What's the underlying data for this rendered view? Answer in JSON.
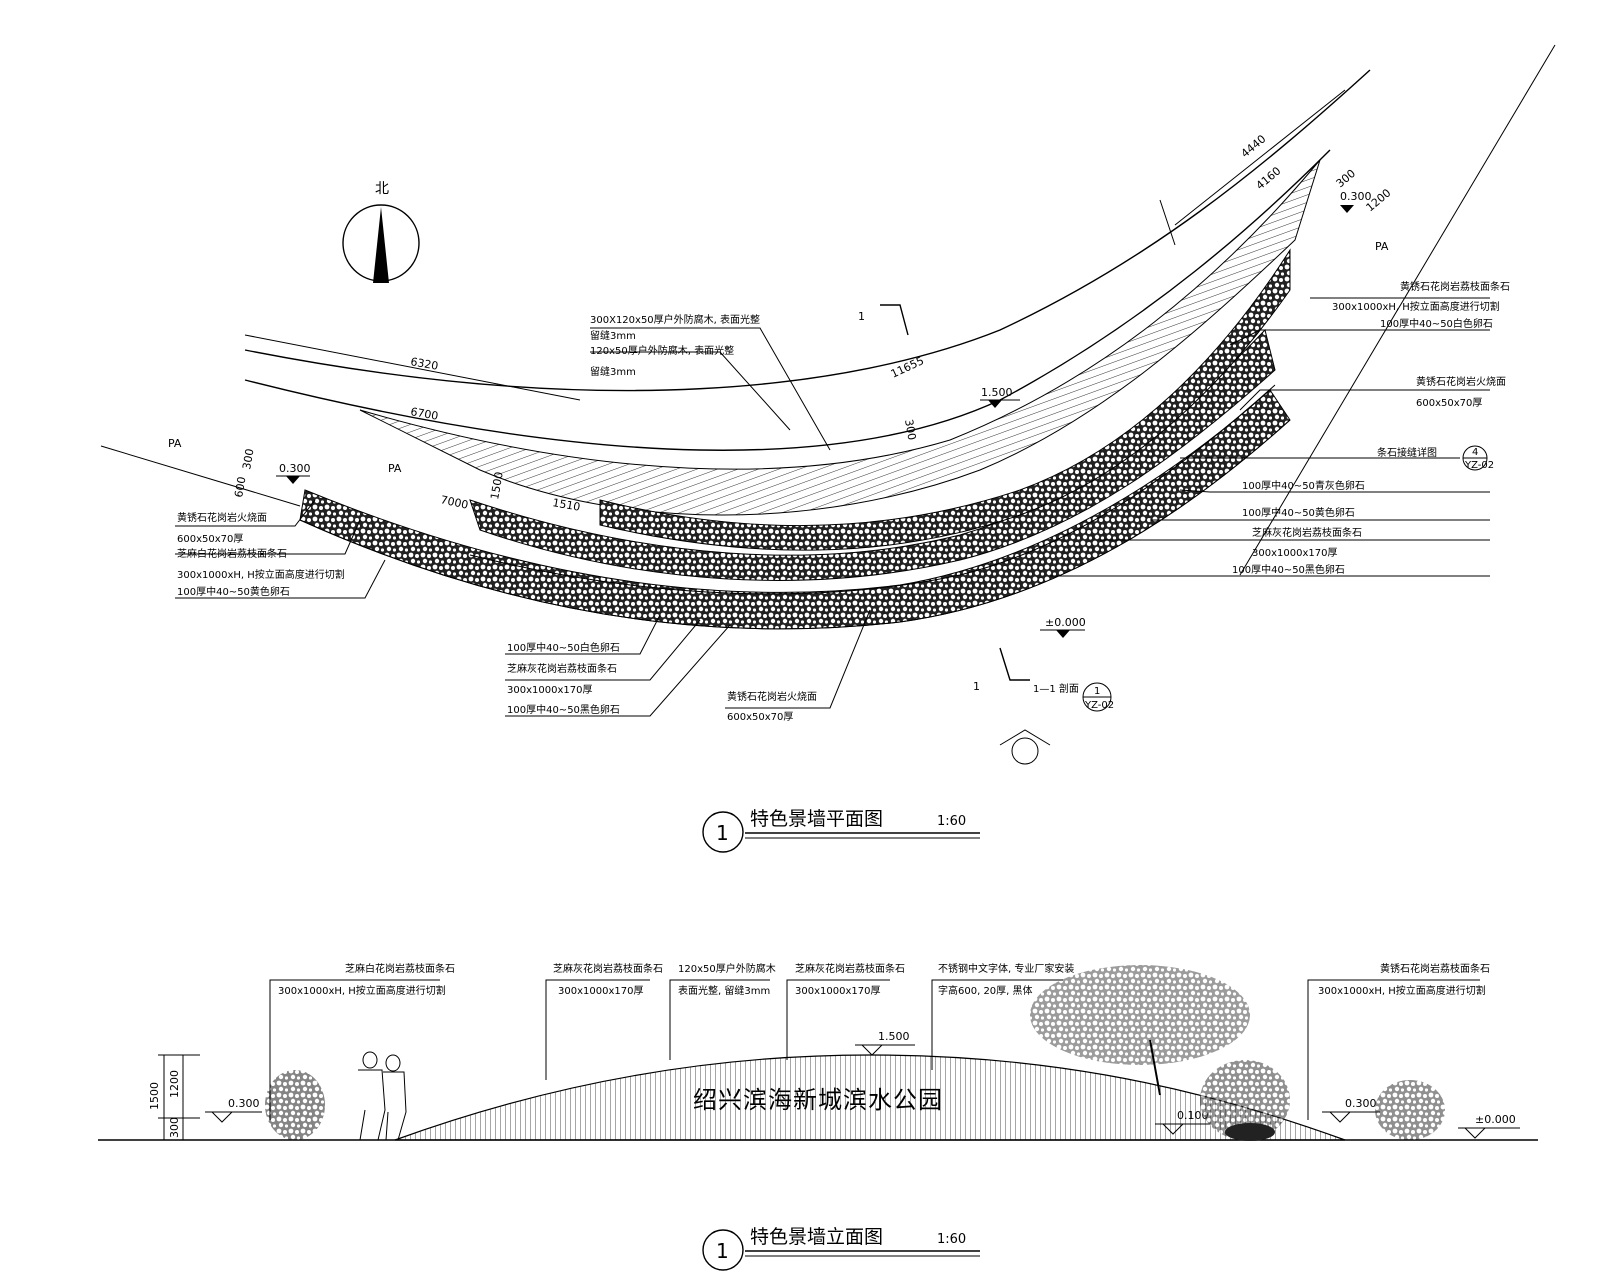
{
  "north_label": "北",
  "plan": {
    "title": "特色景墙平面图",
    "scale": "1:60",
    "number": "1",
    "labels": {
      "pa_left": "PA",
      "pa_mid": "PA",
      "pa_right": "PA",
      "elev_0300_left": "0.300",
      "elev_0300_right": "0.300",
      "elev_1500": "1.500",
      "elev_0000": "±0.000",
      "section_a": "1",
      "section_b": "1",
      "section_ref": "1—1 剖面",
      "section_circle": "1",
      "section_sheet": "YZ-02",
      "joint_circle": "4",
      "joint_sheet": "YZ-02"
    },
    "dims": {
      "d6320": "6320",
      "d6700": "6700",
      "d4440": "4440",
      "d4160": "4160",
      "d300_top": "300",
      "d1200": "1200",
      "d11655": "11655",
      "d300_mid": "300",
      "d7000": "7000",
      "d1500": "1500",
      "d1510": "1510",
      "d600": "600",
      "d300_left": "300"
    },
    "notes": {
      "wood_1": "300X120x50厚户外防腐木, 表面光整",
      "wood_2": "留缝3mm",
      "wood_3": "120x50厚户外防腐木, 表面光整",
      "wood_4": "留缝3mm",
      "l1": "黄锈石花岗岩火烧面",
      "l2": "600x50x70厚",
      "l3": "芝麻白花岗岩荔枝面条石",
      "l4": "300x1000xH, H按立面高度进行切割",
      "l5": "100厚中40~50黄色卵石",
      "r1": "黄锈石花岗岩荔枝面条石",
      "r2": "300x1000xH, H按立面高度进行切割",
      "r3": "100厚中40~50白色卵石",
      "r4": "黄锈石花岗岩火烧面",
      "r5": "600x50x70厚",
      "r6": "条石接缝详图",
      "r7": "100厚中40~50青灰色卵石",
      "r8": "100厚中40~50黄色卵石",
      "r9": "芝麻灰花岗岩荔枝面条石",
      "r10": "300x1000x170厚",
      "r11": "100厚中40~50黑色卵石",
      "b1": "100厚中40~50白色卵石",
      "b2": "芝麻灰花岗岩荔枝面条石",
      "b3": "300x1000x170厚",
      "b4": "100厚中40~50黑色卵石",
      "b5": "黄锈石花岗岩火烧面",
      "b6": "600x50x70厚"
    }
  },
  "elevation": {
    "title": "特色景墙立面图",
    "scale": "1:60",
    "number": "1",
    "sign_text": "绍兴滨海新城滨水公园",
    "labels": {
      "e0300_left": "0.300",
      "e1500": "1.500",
      "e0100": "0.100",
      "e0300_right": "0.300",
      "e0000": "±0.000",
      "d1500": "1500",
      "d1200": "1200",
      "d300": "300"
    },
    "notes": {
      "n1a": "芝麻白花岗岩荔枝面条石",
      "n1b": "300x1000xH, H按立面高度进行切割",
      "n2a": "芝麻灰花岗岩荔枝面条石",
      "n2b": "300x1000x170厚",
      "n3a": "120x50厚户外防腐木",
      "n3b": "表面光整, 留缝3mm",
      "n4a": "芝麻灰花岗岩荔枝面条石",
      "n4b": "300x1000x170厚",
      "n5a": "不锈钢中文字体, 专业厂家安装",
      "n5b": "字高600, 20厚, 黑体",
      "n6a": "黄锈石花岗岩荔枝面条石",
      "n6b": "300x1000xH, H按立面高度进行切割"
    }
  }
}
